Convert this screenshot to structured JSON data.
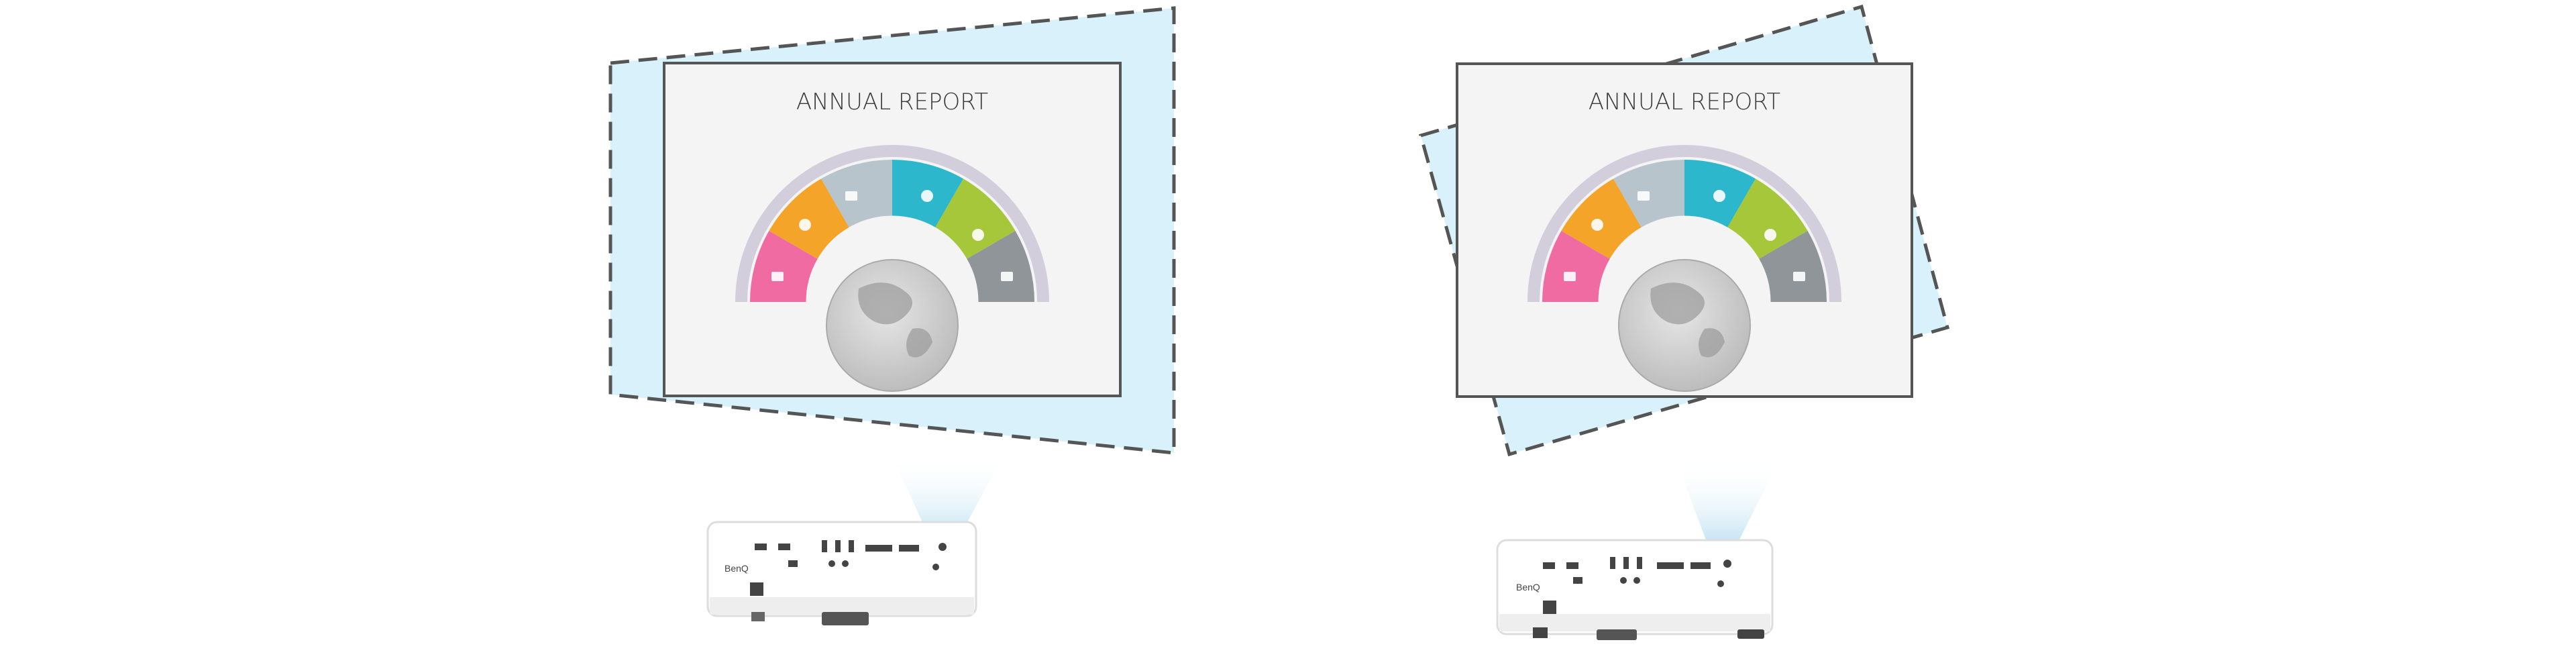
{
  "panels": [
    {
      "id": "keystone",
      "report_title": "ANNUAL REPORT",
      "brand": "BenQ"
    },
    {
      "id": "rotation",
      "report_title": "ANNUAL REPORT",
      "brand": "BenQ"
    }
  ],
  "colors": {
    "projection_fill": "#d9f1fb",
    "projection_border": "#555555",
    "screen_bg": "#f4f4f4",
    "screen_border": "#555555",
    "segments": [
      "#f06ba2",
      "#f3a429",
      "#b7c4cb",
      "#2cb7cc",
      "#a6c73a",
      "#8f9599"
    ],
    "outer_ring": "#c9c4d6",
    "globe": "#cfcfcf",
    "projector_body": "#ffffff",
    "light_beam": "#bfe3f4"
  }
}
